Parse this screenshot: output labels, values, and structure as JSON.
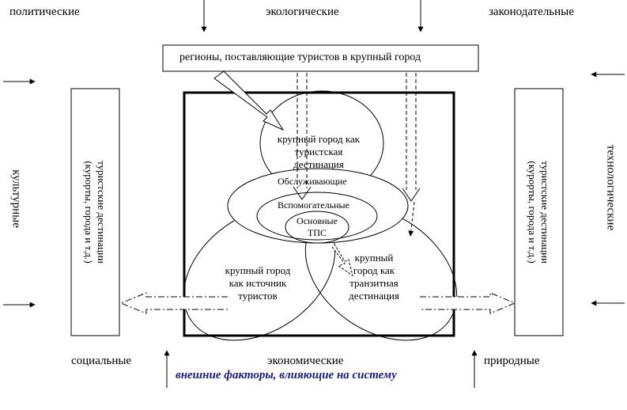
{
  "factors": {
    "top_left": "политические",
    "top_center": "экологические",
    "top_right": "законодательные",
    "left": "культурные",
    "right": "технологические",
    "bottom_left": "социальные",
    "bottom_center": "экономические",
    "bottom_right": "природные"
  },
  "caption": "внешние факторы, влияющие на систему",
  "regions_box": "регионы, поставляющие туристов в крупный город",
  "side_left": [
    "туристские дестинации",
    "(курорты, города и т.д.)"
  ],
  "side_right": [
    "туристские дестинации",
    "(курорты, города и т.д.)"
  ],
  "destination": [
    "крупный город как",
    "туристская",
    "дестинация"
  ],
  "serving": "Обслуживающие",
  "auxiliary": "Вспомогательные",
  "core": [
    "Основные",
    "ТПС"
  ],
  "source": [
    "крупный город",
    "как источник",
    "туристов"
  ],
  "transit": [
    "крупный",
    "город как",
    "транзитная",
    "дестинация"
  ],
  "colors": {
    "caption": "#1a1a80",
    "line": "#000000"
  }
}
